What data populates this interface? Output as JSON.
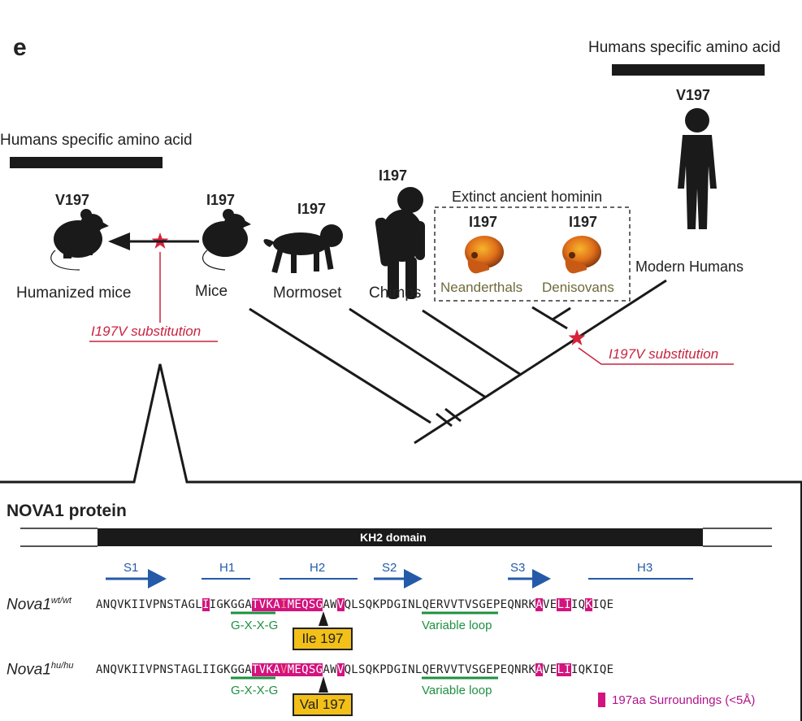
{
  "panel_label": "e",
  "human_specific_right": "Humans specific amino acid",
  "human_specific_left": "Humans specific amino acid",
  "residues": {
    "modern_humans": "V197",
    "humanized_mice": "V197",
    "mice": "I197",
    "marmoset": "I197",
    "chimps": "I197",
    "neanderthals": "I197",
    "denisovans": "I197"
  },
  "species": {
    "humanized_mice": "Humanized mice",
    "mice": "Mice",
    "marmoset": "Mormoset",
    "chimps": "Chimps",
    "neanderthals": "Neanderthals",
    "denisovans": "Denisovans",
    "modern_humans": "Modern Humans"
  },
  "extinct_label": "Extinct ancient   hominin",
  "substitution_left": "I197V substitution",
  "substitution_right": "I197V substitution",
  "protein": {
    "title": "NOVA1 protein",
    "domain": "KH2 domain",
    "structures": [
      "S1",
      "H1",
      "H2",
      "S2",
      "S3",
      "H3"
    ],
    "genotype_wt": {
      "base": "Nova1",
      "sup": "wt/wt"
    },
    "genotype_hu": {
      "base": "Nova1",
      "sup": "hu/hu"
    },
    "seq_wt": [
      {
        "t": "ANQVKIIVPNSTAGL"
      },
      {
        "t": "I",
        "h": 1
      },
      {
        "t": "IGKGGA"
      },
      {
        "t": "TVKA",
        "h": 1
      },
      {
        "t": "I",
        "h": 2
      },
      {
        "t": "MEQSG",
        "h": 1
      },
      {
        "t": "AW"
      },
      {
        "t": "V",
        "h": 1
      },
      {
        "t": "QLSQKPDGINLQERVVTVSGEPEQNRK"
      },
      {
        "t": "A",
        "h": 1
      },
      {
        "t": "VE"
      },
      {
        "t": "LI",
        "h": 1
      },
      {
        "t": "IQ"
      },
      {
        "t": "K",
        "h": 1
      },
      {
        "t": "IQE"
      }
    ],
    "seq_hu": [
      {
        "t": "ANQVKIIVPNSTAGLIIGKGGA"
      },
      {
        "t": "TVKA",
        "h": 1
      },
      {
        "t": "V",
        "h": 2
      },
      {
        "t": "MEQSG",
        "h": 1
      },
      {
        "t": "AW"
      },
      {
        "t": "V",
        "h": 1
      },
      {
        "t": "QLSQKPDGINLQERVVTVSGEPEQNRK"
      },
      {
        "t": "A",
        "h": 1
      },
      {
        "t": "VE"
      },
      {
        "t": "LI",
        "h": 1
      },
      {
        "t": "IQKIQE"
      }
    ],
    "motif": "G-X-X-G",
    "variable_loop": "Variable loop",
    "ile_label": "Ile 197",
    "val_label": "Val 197",
    "legend": "197aa Surroundings (<5Å)"
  },
  "colors": {
    "highlight": "#d3137e",
    "substitution": "#c8233f",
    "structure": "#245aa8",
    "motif": "#1e9040",
    "label_box": "#f2c018"
  },
  "icons": [
    "mouse-icon",
    "marmoset-icon",
    "chimp-icon",
    "skull-icon",
    "human-icon",
    "star-icon",
    "arrow-icon"
  ]
}
